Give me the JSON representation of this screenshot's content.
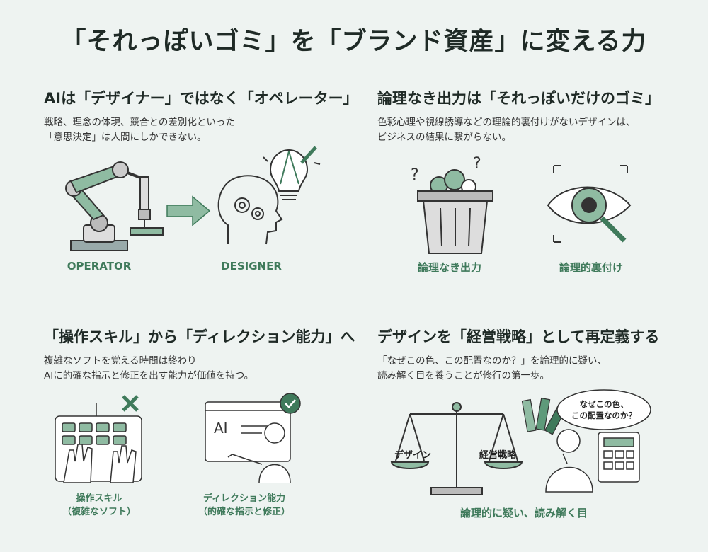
{
  "title": "「それっぽいゴミ」を「ブランド資産」に変える力",
  "panels": [
    {
      "heading": "AIは「デザイナー」ではなく「オペレーター」",
      "desc": [
        "戦略、理念の体現、競合との差別化といった",
        "「意思決定」は人間にしかできない。"
      ],
      "captions": [
        "OPERATOR",
        "DESIGNER"
      ]
    },
    {
      "heading": "論理なき出力は「それっぽいだけのゴミ」",
      "desc": [
        "色彩心理や視線誘導などの理論的裏付けがないデザインは、",
        "ビジネスの結果に繋がらない。"
      ],
      "captions": [
        "論理なき出力",
        "論理的裏付け"
      ]
    },
    {
      "heading": "「操作スキル」から「ディレクション能力」へ",
      "desc": [
        "複雑なソフトを覚える時間は終わり",
        "AIに的確な指示と修正を出す能力が価値を持つ。"
      ],
      "captions": [
        {
          "main": "操作スキル",
          "sub": "（複雑なソフト）"
        },
        {
          "main": "ディレクション能力",
          "sub": "（的確な指示と修正）"
        }
      ],
      "screen_text": "AI"
    },
    {
      "heading": "デザインを「経営戦略」として再定義する",
      "desc": [
        "「なぜこの色、この配置なのか？」を論理的に疑い、",
        "読み解く目を養うことが修行の第一歩。"
      ],
      "scale_labels": [
        "デザイン",
        "経営戦略"
      ],
      "bubble": [
        "なぜこの色、",
        "この配置なのか？"
      ],
      "caption": "論理的に疑い、読み解く目"
    }
  ],
  "colors": {
    "accent": "#3f7a5b",
    "accent_light": "#8fbba2",
    "background": "#eef3f1",
    "ink": "#2b2b2b"
  }
}
